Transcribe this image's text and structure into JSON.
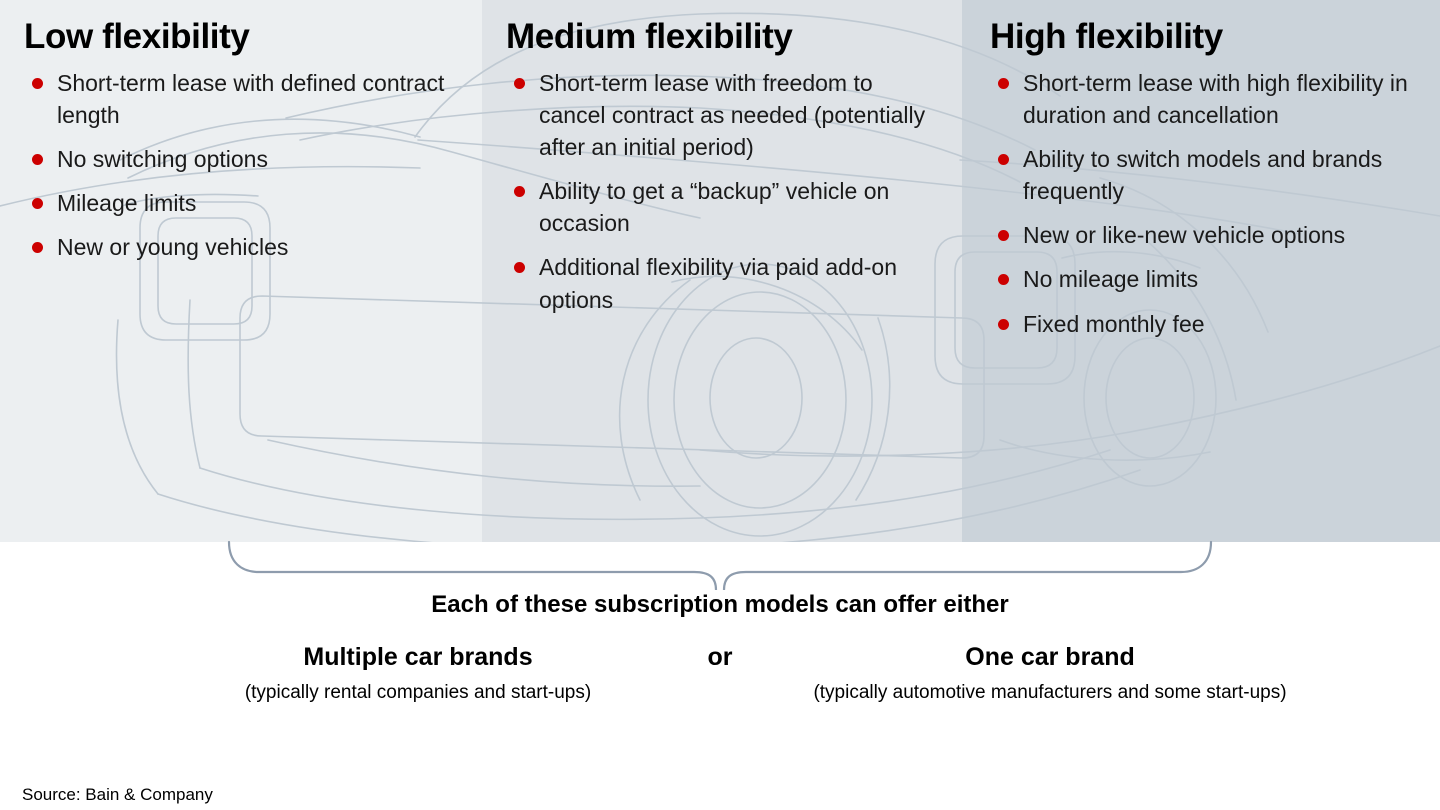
{
  "columns": [
    {
      "key": "low",
      "title": "Low flexibility",
      "band_color": "#ECEFF1",
      "bullets": [
        "Short-term lease with defined contract length",
        "No switching options",
        "Mileage limits",
        "New or young vehicles"
      ]
    },
    {
      "key": "medium",
      "title": "Medium flexibility",
      "band_color": "#DFE3E7",
      "bullets": [
        "Short-term lease with freedom to cancel contract as needed (potentially after an initial period)",
        "Ability to get a “backup” vehicle on occasion",
        "Additional flexibility via paid add-on options"
      ]
    },
    {
      "key": "high",
      "title": "High flexibility",
      "band_color": "#CBD3DA",
      "bullets": [
        "Short-term lease with high flexibility in duration and cancellation",
        "Ability to switch models and brands frequently",
        "New or like-new vehicle options",
        "No mileage limits",
        "Fixed monthly fee"
      ]
    }
  ],
  "bottom": {
    "headline": "Each of these subscription models can offer either",
    "connector": "or",
    "options": [
      {
        "title": "Multiple car brands",
        "subtitle": "(typically rental companies and start-ups)"
      },
      {
        "title": "One car brand",
        "subtitle": "(typically automotive manufacturers and some start-ups)"
      }
    ]
  },
  "source": "Source: Bain & Company",
  "colors": {
    "bullet_red": "#CC0000",
    "brace_stroke": "#8E9CAD",
    "watermark_stroke": "#BFC9D2",
    "text": "#1a1a1a"
  },
  "watermark": {
    "name": "car-front-outline",
    "description": "Faint line-art outline of a car front/three-quarter view spanning the banded area"
  }
}
